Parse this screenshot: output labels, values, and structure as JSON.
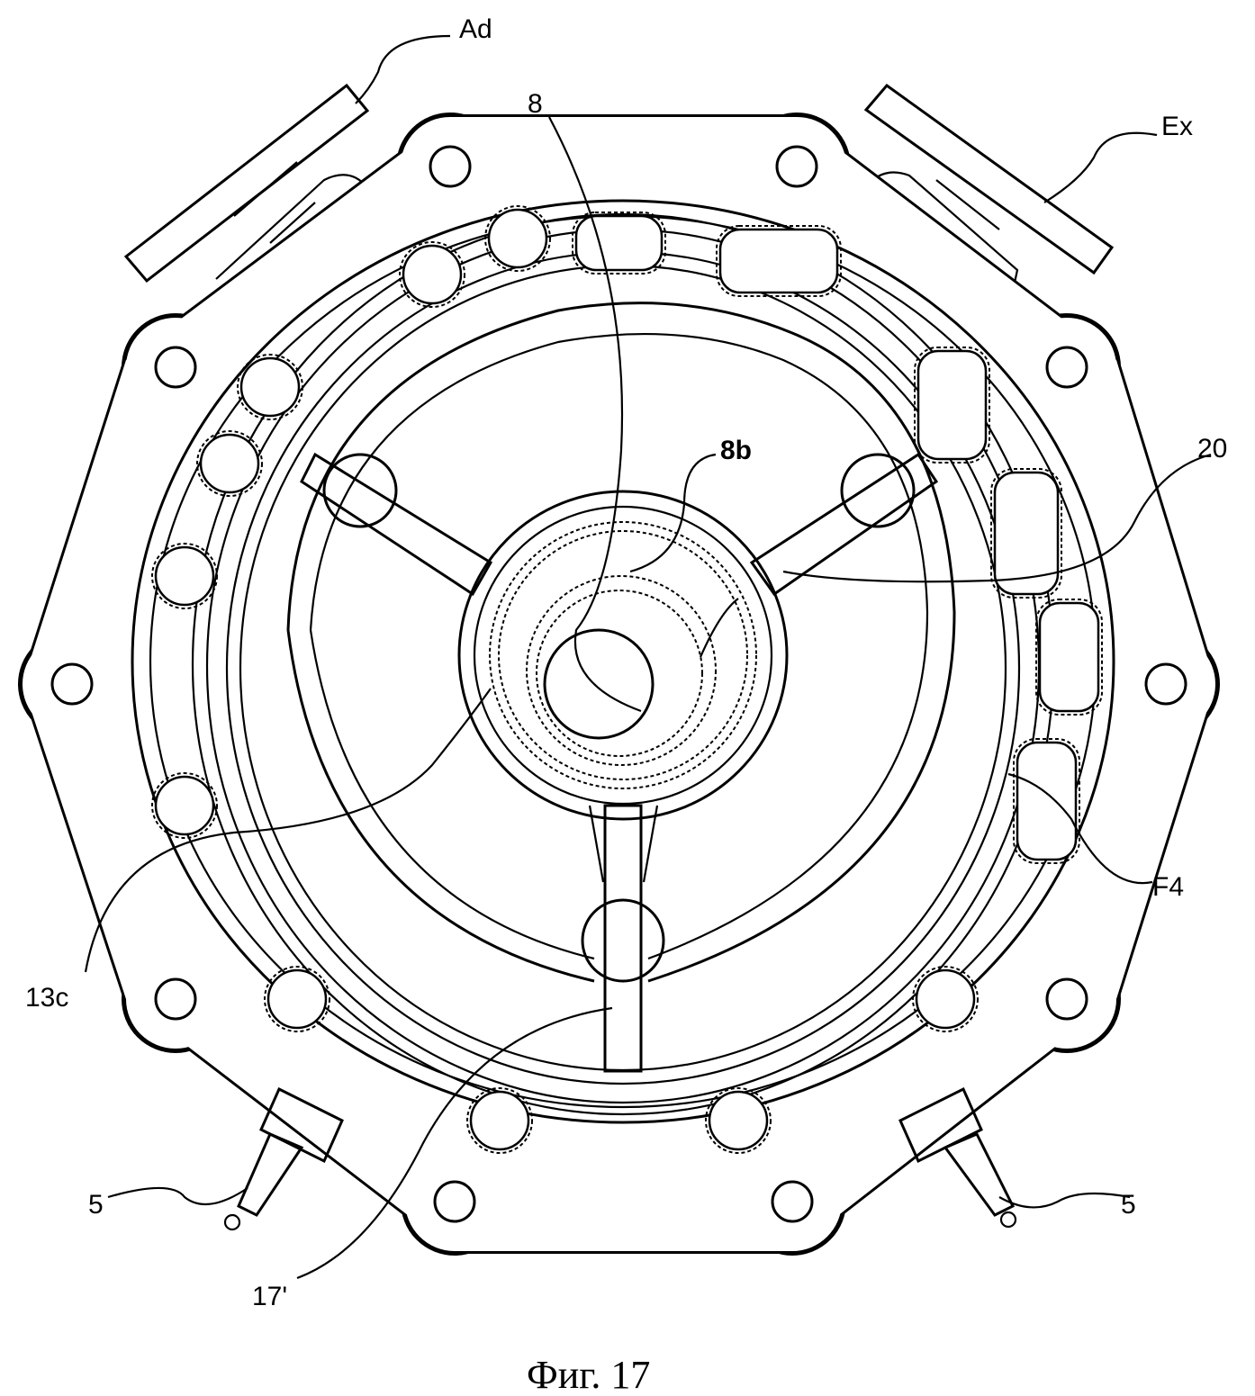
{
  "figure": {
    "caption": "Фиг. 17",
    "labels": {
      "ad": "Ad",
      "eight": "8",
      "ex": "Ex",
      "eight_b": "8b",
      "twenty": "20",
      "f4": "F4",
      "thirteen_c": "13c",
      "five_left": "5",
      "five_right": "5",
      "seventeen_prime": "17'"
    }
  }
}
